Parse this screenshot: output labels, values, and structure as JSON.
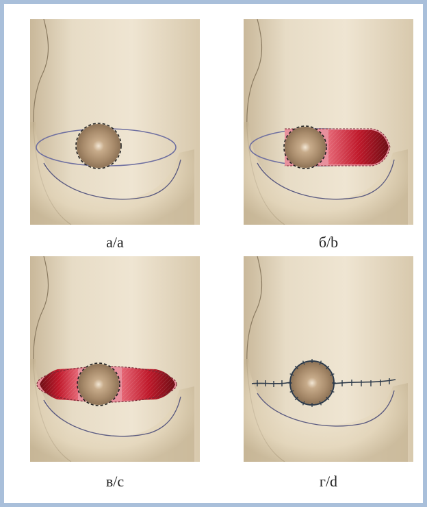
{
  "panels": [
    {
      "caption": "а/a",
      "stage": "incision-outline"
    },
    {
      "caption": "б/b",
      "stage": "lateral-deepithelialization"
    },
    {
      "caption": "в/c",
      "stage": "bilateral-deepithelialization"
    },
    {
      "caption": "г/d",
      "stage": "closure-with-sutures"
    }
  ],
  "colors": {
    "frame_border": "#a9bfda",
    "skin_light": "#efe5d2",
    "skin_dark": "#c7b89d",
    "areola": "#a88b6b",
    "wound_pink": "#e8909d",
    "wound_red": "#b3121f",
    "outline": "#6e6fa0",
    "suture": "#2d3a4a"
  }
}
